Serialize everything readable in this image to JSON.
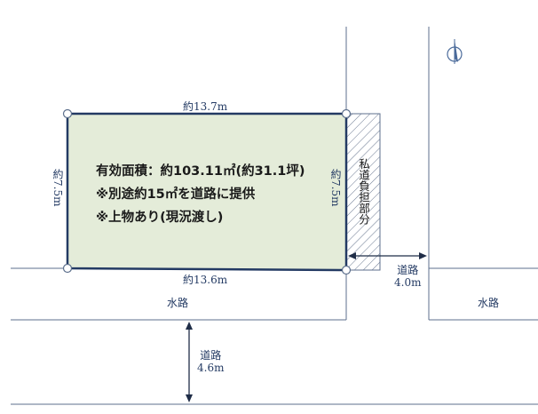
{
  "lot": {
    "area_line": "有効面積：約103.11㎡(約31.1坪)",
    "note_line_1": "※別途約15㎡を道路に提供",
    "note_line_2": "※上物あり(現況渡し)"
  },
  "dimensions": {
    "top": "約13.7m",
    "bottom": "約13.6m",
    "left": "約7.5m",
    "right": "約7.5m"
  },
  "private_road_label": "私道負担部分",
  "roads": {
    "east_road_name": "道路",
    "east_road_width": "4.0m",
    "south_road_name": "道路",
    "south_road_width": "4.6m"
  },
  "waterways": {
    "left": "水路",
    "right": "水路"
  },
  "icons": {
    "north": "north-arrow-icon"
  },
  "colors": {
    "lot_fill": "#e4ecd9",
    "lot_border": "#233a63",
    "lines": "#5c6f8c",
    "text": "#233a63"
  }
}
